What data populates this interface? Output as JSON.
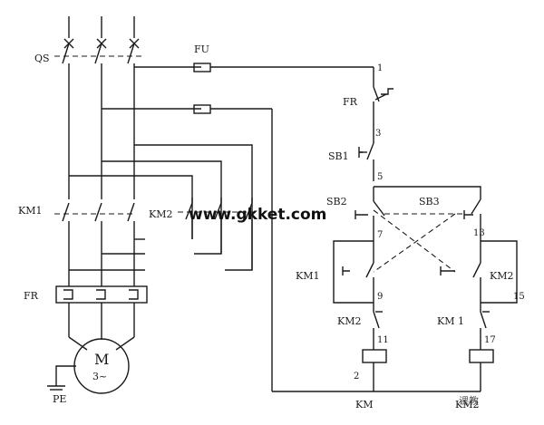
{
  "labels": {
    "qs": "QS",
    "fu": "FU",
    "fr_relay": "FR",
    "km1_main": "KM1",
    "km2_main": "KM2",
    "fr_heater": "FR",
    "motor": "M",
    "motor_sub": "3~",
    "pe": "PE",
    "fr_contact": "FR",
    "sb1": "SB1",
    "sb2": "SB2",
    "sb3": "SB3",
    "km1_aux": "KM1",
    "km2_aux": "KM2",
    "km2_interlock": "KM2",
    "km1_interlock": "KM 1",
    "coil_km1": "KM",
    "coil_km2": "KM2"
  },
  "nodes": [
    "1",
    "3",
    "5",
    "7",
    "9",
    "11",
    "2",
    "13",
    "15",
    "17"
  ],
  "watermark": {
    "text": "www.gkket.com",
    "corner": "课教"
  }
}
